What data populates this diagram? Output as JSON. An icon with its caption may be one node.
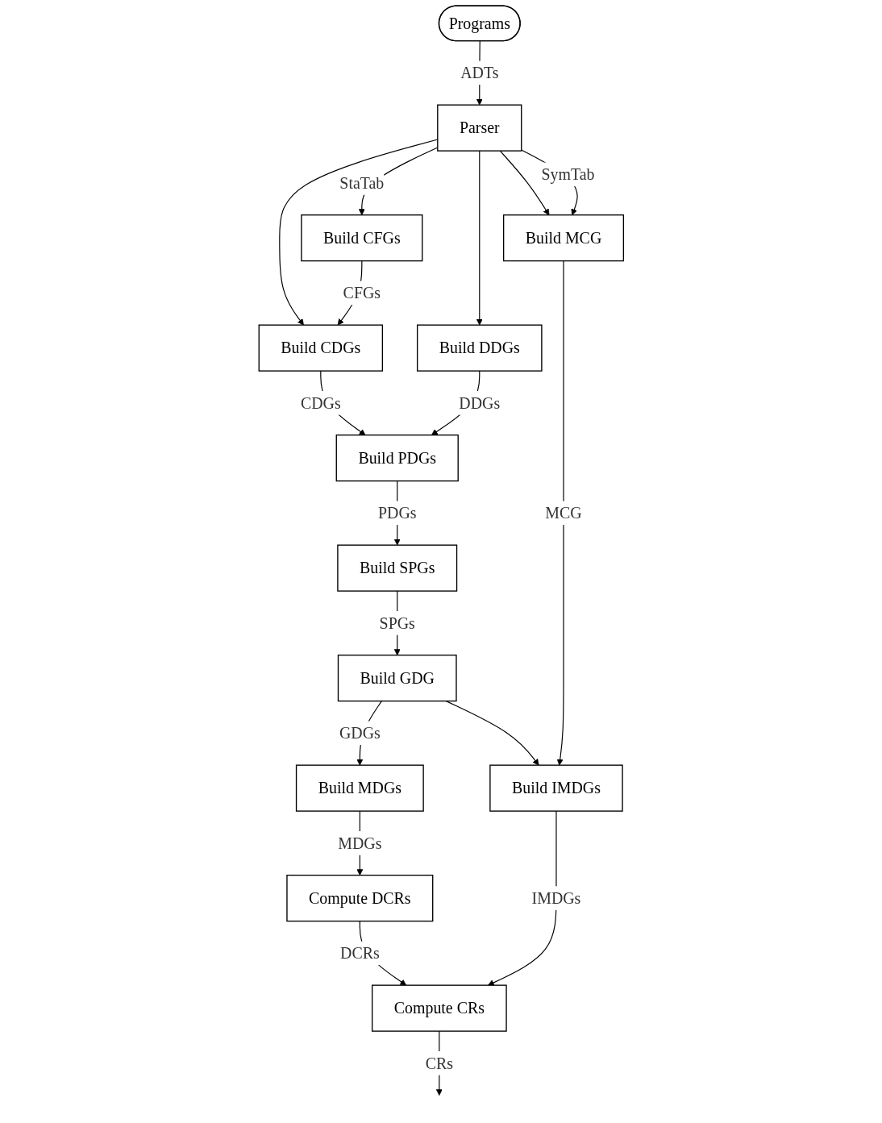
{
  "diagram": {
    "nodes": [
      {
        "text": [
          "Programs"
        ]
      },
      {
        "text": [
          "Parser"
        ]
      },
      {
        "text": [
          "Build CFGs"
        ]
      },
      {
        "text": [
          "Build CDGs"
        ]
      },
      {
        "text": [
          "Build DDGs"
        ]
      },
      {
        "text": [
          "Build MCG"
        ]
      },
      {
        "text": [
          "Build PDGs"
        ]
      },
      {
        "text": [
          "Build SPGs"
        ]
      },
      {
        "text": [
          "Build GDG"
        ]
      },
      {
        "text": [
          "Build MDGs"
        ]
      },
      {
        "text": [
          "Build IMDGs"
        ]
      },
      {
        "text": [
          "Compute DCRs"
        ]
      },
      {
        "text": [
          "Compute CRs"
        ]
      }
    ],
    "edges": [
      {
        "from": 0,
        "to": 1,
        "arrow": "to",
        "label": "ADTs"
      },
      {
        "from": 1,
        "to": 2,
        "arrow": "to",
        "label": "StaTab"
      },
      {
        "from": 1,
        "to": 3,
        "arrow": "to"
      },
      {
        "from": 1,
        "to": 4,
        "arrow": "to"
      },
      {
        "from": 1,
        "to": 5,
        "arrow": "to"
      },
      {
        "from": 1,
        "to": 5,
        "arrow": "to",
        "label": "SymTab"
      },
      {
        "from": 2,
        "to": 3,
        "arrow": "to",
        "label": "CFGs"
      },
      {
        "from": 3,
        "to": 6,
        "arrow": "to",
        "label": "CDGs"
      },
      {
        "from": 4,
        "to": 6,
        "arrow": "to",
        "label": "DDGs"
      },
      {
        "from": 6,
        "to": 7,
        "arrow": "to",
        "label": "PDGs"
      },
      {
        "from": 7,
        "to": 8,
        "arrow": "to",
        "label": "SPGs"
      },
      {
        "from": 8,
        "to": 9,
        "arrow": "to",
        "label": "GDGs"
      },
      {
        "from": 8,
        "to": 10,
        "arrow": "to"
      },
      {
        "from": 5,
        "to": 10,
        "arrow": "to",
        "label": "MCG"
      },
      {
        "from": 9,
        "to": 11,
        "arrow": "to",
        "label": "MDGs"
      },
      {
        "from": 11,
        "to": 12,
        "arrow": "to",
        "label": "DCRs"
      },
      {
        "from": 10,
        "to": 12,
        "arrow": "to",
        "label": "IMDGs"
      },
      {
        "from": 12,
        "to": null,
        "arrow": "to",
        "label": "CRs"
      }
    ]
  }
}
